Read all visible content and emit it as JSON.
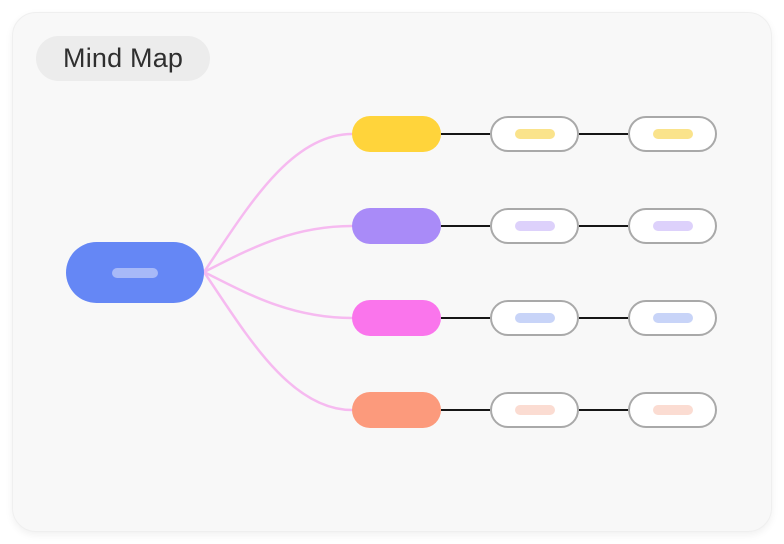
{
  "card": {
    "badge_label": "Mind Map"
  },
  "palette": {
    "frame_bg": "#FFFFFF",
    "canvas_bg": "#F8F8F8",
    "badge_bg": "#ECECEC",
    "badge_text": "#2F2F2F",
    "edge_pink": "#F6BAF0",
    "connector_black": "#161616",
    "child_node_fill": "#FFFFFF",
    "child_node_border": "#A9A9A9"
  },
  "mindmap": {
    "root": {
      "id": "central-topic",
      "color": "#6587F5",
      "pill_color": "#A7B9F8"
    },
    "branches": [
      {
        "id": "branch-1",
        "color": "#FFD43B",
        "children": [
          {
            "pill_color": "#FAE38B"
          },
          {
            "pill_color": "#FAE38B"
          }
        ]
      },
      {
        "id": "branch-2",
        "color": "#A98BF8",
        "children": [
          {
            "pill_color": "#DDD1FB"
          },
          {
            "pill_color": "#DDD1FB"
          }
        ]
      },
      {
        "id": "branch-3",
        "color": "#FA75EC",
        "children": [
          {
            "pill_color": "#C8D4F8"
          },
          {
            "pill_color": "#C8D4F8"
          }
        ]
      },
      {
        "id": "branch-4",
        "color": "#FC9A7C",
        "children": [
          {
            "pill_color": "#FBDCD2"
          },
          {
            "pill_color": "#FBDCD2"
          }
        ]
      }
    ]
  }
}
